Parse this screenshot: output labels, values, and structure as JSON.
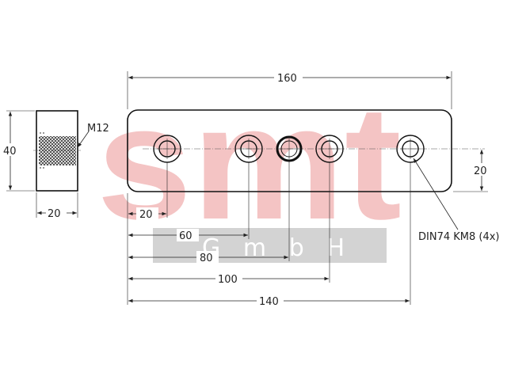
{
  "watermark": {
    "logo_text": "smt",
    "sub_text": "G m b H",
    "logo_color": "#f4c4c4",
    "band_color": "#c8c8c8"
  },
  "side_view": {
    "height_label": "40",
    "width_label": "20",
    "thread_label": "M12"
  },
  "front_view": {
    "length_label": "160",
    "height_label": "20",
    "spec_label": "DIN74 KM8 (4x)",
    "offsets": [
      "20",
      "60",
      "80",
      "100",
      "140"
    ]
  },
  "colors": {
    "line": "#111111",
    "dim_line": "#222222"
  }
}
